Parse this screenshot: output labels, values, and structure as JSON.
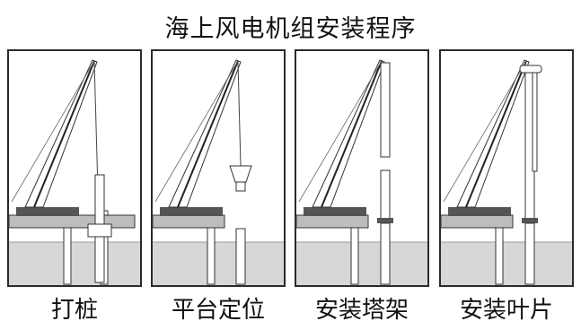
{
  "title": "海上风电机组安装程序",
  "colors": {
    "frame": "#2b2b2b",
    "seabed": "#d7d7d7",
    "crane": "#3a3a3a",
    "hull": "#8f8f8f"
  },
  "panels": [
    {
      "label": "打桩",
      "step": "piling"
    },
    {
      "label": "平台定位",
      "step": "platform"
    },
    {
      "label": "安装塔架",
      "step": "tower"
    },
    {
      "label": "安装叶片",
      "step": "blades"
    }
  ]
}
